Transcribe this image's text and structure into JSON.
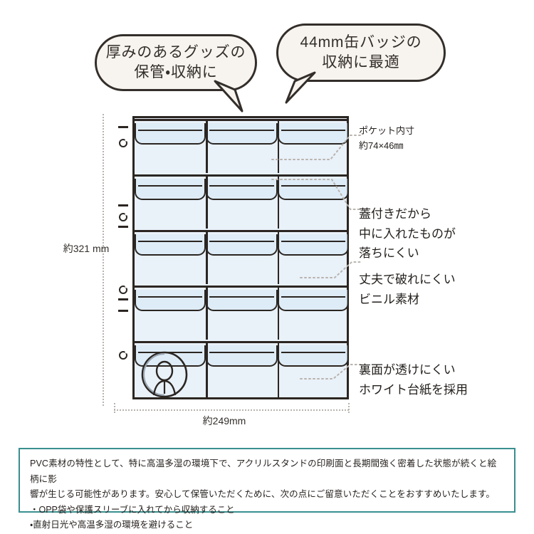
{
  "bubbles": [
    {
      "id": "thickness-storage",
      "lines": [
        "厚みのあるグッズの",
        "保管・収納に"
      ]
    },
    {
      "id": "44mm-can-badge",
      "lines": [
        "44mm缶バッジの",
        "収納に最適"
      ]
    }
  ],
  "diagram": {
    "name": "pocket-sheet",
    "rows": 5,
    "columns": 3,
    "sheet_fill_color": "#e9f1f9",
    "outline_color": "#2b2622",
    "badge_illustration": "can-badge-character",
    "dimensions": {
      "height_label_line1": "約321",
      "height_label_line2": "mm",
      "width_label": "約249mm"
    }
  },
  "callouts": [
    {
      "id": "pocket-inner-size",
      "lines": [
        "ポケット内寸",
        "約74×46㎜"
      ]
    },
    {
      "id": "lid-feature",
      "lines": [
        "蓋付きだから",
        "中に入れたものが",
        "落ちにくい"
      ]
    },
    {
      "id": "durable-vinyl",
      "lines": [
        "丈夫で破れにくい",
        "ビニル素材"
      ]
    },
    {
      "id": "white-backing",
      "lines": [
        "裏面が透けにくい",
        "ホワイト台紙を採用"
      ]
    }
  ],
  "disclaimer": {
    "border_color": "#3a8f8f",
    "paragraph_line1": "PVC素材の特性として、特に高温多湿の環境下で、アクリルスタンドの印刷面と長期間強く密着した状態が続くと絵柄に影",
    "paragraph_line2": "響が生じる可能性があります。安心して保管いただくために、次の点にご留意いただくことをおすすめいたします。",
    "bullets": [
      "・OPP袋や保護スリーブに入れてから収納すること",
      "・直射日光や高温多湿の環境を避けること"
    ]
  }
}
